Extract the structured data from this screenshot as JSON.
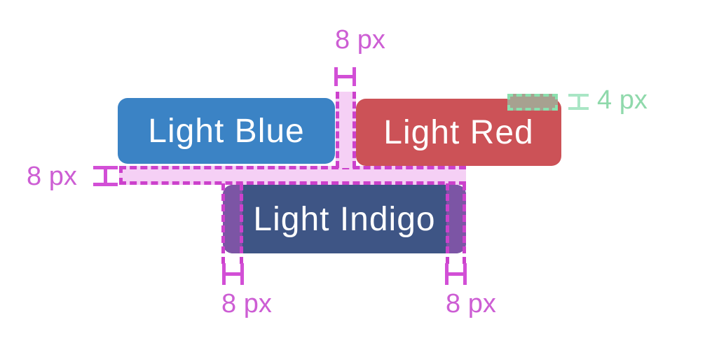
{
  "diagram": {
    "description": "Spacing diagram showing 8 px gaps, margin and padding highlights around colored boxes, plus a 4 px overlap",
    "boxes": [
      {
        "name": "light-blue",
        "label": "Light Blue",
        "color": "#3b83c5",
        "text_color": "#ffffff"
      },
      {
        "name": "light-red",
        "label": "Light Red",
        "color": "#cc5257",
        "text_color": "#ffffff"
      },
      {
        "name": "light-indigo",
        "label": "Light Indigo",
        "color": "#3e5585",
        "text_color": "#ffffff"
      }
    ],
    "measurements": [
      {
        "name": "gap-between-blue-and-red",
        "label": "8 px",
        "orientation": "horizontal",
        "color": "#cd5ed4"
      },
      {
        "name": "margin-band-height",
        "label": "8 px",
        "orientation": "vertical",
        "color": "#cd5ed4"
      },
      {
        "name": "indigo-padding-left",
        "label": "8 px",
        "orientation": "horizontal",
        "color": "#cd5ed4"
      },
      {
        "name": "indigo-padding-right",
        "label": "8 px",
        "orientation": "horizontal",
        "color": "#cd5ed4"
      },
      {
        "name": "red-corner-overlap",
        "label": "4 px",
        "orientation": "vertical",
        "color": "#8fd9ab"
      }
    ],
    "colors": {
      "background": "#ffffff",
      "highlight_fill": "#f5d0f5",
      "highlight_dash": "#cc41cc",
      "padding_overlay": "#7c55a5",
      "overlap_fill": "#a7a190",
      "overlap_dash": "#8ae0ae",
      "magenta_marker": "#d24fd6",
      "green_marker": "#a9e6c5"
    }
  }
}
